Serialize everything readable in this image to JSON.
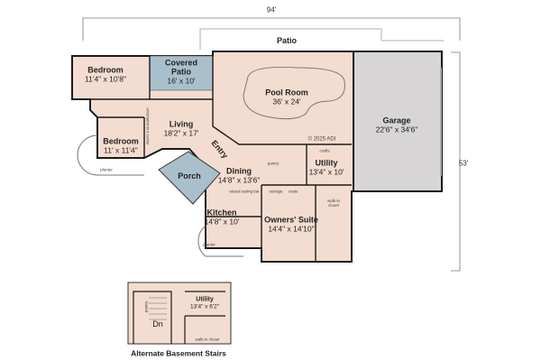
{
  "dimensions": {
    "width": "94'",
    "depth": "53'"
  },
  "colors": {
    "floor": "#f3ddd0",
    "covered": "#a9c0cc",
    "garage": "#d7d5d6",
    "wall": "#1a1a1a"
  },
  "rooms": {
    "patio": {
      "name": "Patio"
    },
    "bedroom1": {
      "name": "Bedroom",
      "size": "11'4\" x 10'8\""
    },
    "covered_patio": {
      "name": "Covered Patio",
      "size": "16' x 10'"
    },
    "pool_room": {
      "name": "Pool Room",
      "size": "36' x 24'"
    },
    "garage": {
      "name": "Garage",
      "size": "22'6\" x 34'6\""
    },
    "living": {
      "name": "Living",
      "size": "18'2\" x 17'"
    },
    "bedroom2": {
      "name": "Bedroom",
      "size": "11' x 11'4\""
    },
    "entry": {
      "name": "Entry"
    },
    "porch": {
      "name": "Porch"
    },
    "dining": {
      "name": "Dining",
      "size": "14'8\" x 13'6\""
    },
    "utility": {
      "name": "Utility",
      "size": "13'4\" x 10'"
    },
    "kitchen": {
      "name": "Kitchen",
      "size": "14'8\" x 10'"
    },
    "owners_suite": {
      "name": "Owners' Suite",
      "size": "14'4\" x 14'10\""
    }
  },
  "notes": {
    "copyright": "© 2025 ADI",
    "planter1": "planter",
    "planter2": "planter",
    "pantry": "pantry",
    "crafts": "crafts",
    "storage": "storage",
    "coats": "coats",
    "raised_bar": "raised eating bar",
    "walkin": "walk-in closet",
    "entertainment": "entertainment center"
  },
  "basement_inset": {
    "caption": "Alternate Basement Stairs",
    "utility_name": "Utility",
    "utility_size": "13'4\" x 6'2\"",
    "stairs": "Dn",
    "pantry": "pantry",
    "walkin": "walk-in closet"
  }
}
